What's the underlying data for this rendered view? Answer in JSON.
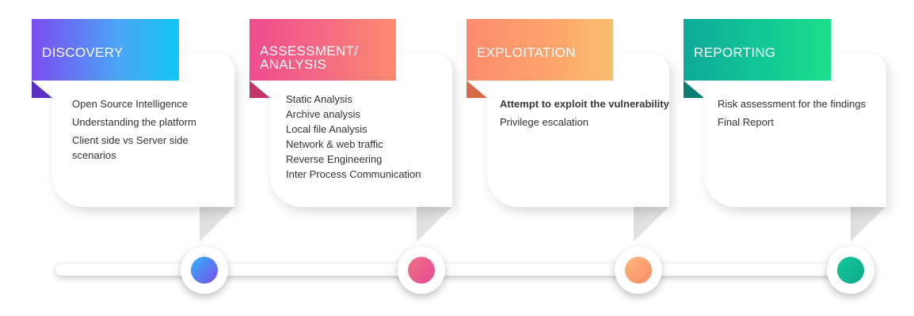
{
  "phases": [
    {
      "title": [
        "DISCOVERY"
      ],
      "items": [
        "Open Source Intelligence",
        "Understanding the platform",
        "Client  side vs Server side scenarios"
      ],
      "colors": [
        "#7d4cf0",
        "#12c6f7"
      ]
    },
    {
      "title": [
        "ASSESSMENT/",
        "ANALYSIS"
      ],
      "items": [
        "Static Analysis",
        "Archive analysis",
        "Local file Analysis",
        "Network & web traffic",
        "Reverse Engineering",
        "Inter Process Communication"
      ],
      "colors": [
        "#ef4c8f",
        "#fb8c70"
      ]
    },
    {
      "title": [
        "EXPLOITATION"
      ],
      "items": [
        "Attempt to exploit the vulnerability",
        "Privilege escalation"
      ],
      "colors": [
        "#fb8b6f",
        "#fbbd6f"
      ]
    },
    {
      "title": [
        "REPORTING"
      ],
      "items": [
        "Risk assessment for the findings",
        "Final Report"
      ],
      "colors": [
        "#0fa99b",
        "#1ddf8c"
      ]
    }
  ]
}
